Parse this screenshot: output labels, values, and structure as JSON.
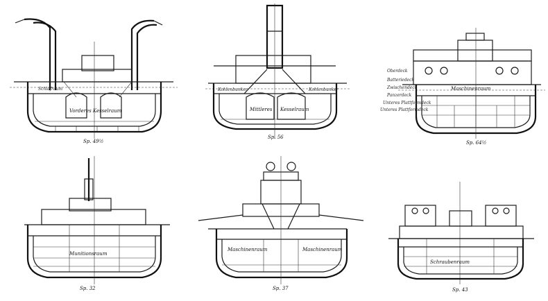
{
  "sheet": {
    "figures": [
      {
        "id": "fig1",
        "caption": "Sp. 49½",
        "rooms": [
          "Vorderes Kesselraum"
        ],
        "side_labels": [
          "Schlafraum"
        ]
      },
      {
        "id": "fig2",
        "caption": "Sp. 56",
        "rooms": [
          "Mittleres",
          "Kesselraum"
        ],
        "side_labels": [
          "Kohlenbunker",
          "Kohlenbunker"
        ]
      },
      {
        "id": "fig3",
        "caption": "Sp. 64½",
        "rooms": [
          "Maschinenraum"
        ],
        "side_labels": [
          "Oberdeck",
          "Batteriedeck",
          "Zwischendeck",
          "Panzerdeck",
          "Unteres Plattformdeck",
          "Unteres Plattformdeck"
        ]
      },
      {
        "id": "fig4",
        "caption": "Sp. 32",
        "rooms": [
          "Munitionsraum"
        ],
        "side_labels": []
      },
      {
        "id": "fig5",
        "caption": "Sp. 37",
        "rooms": [
          "Maschinenraum",
          "Maschinenraum"
        ],
        "side_labels": []
      },
      {
        "id": "fig6",
        "caption": "Sp. 43",
        "rooms": [
          "Schraubenraum"
        ],
        "side_labels": []
      }
    ]
  }
}
